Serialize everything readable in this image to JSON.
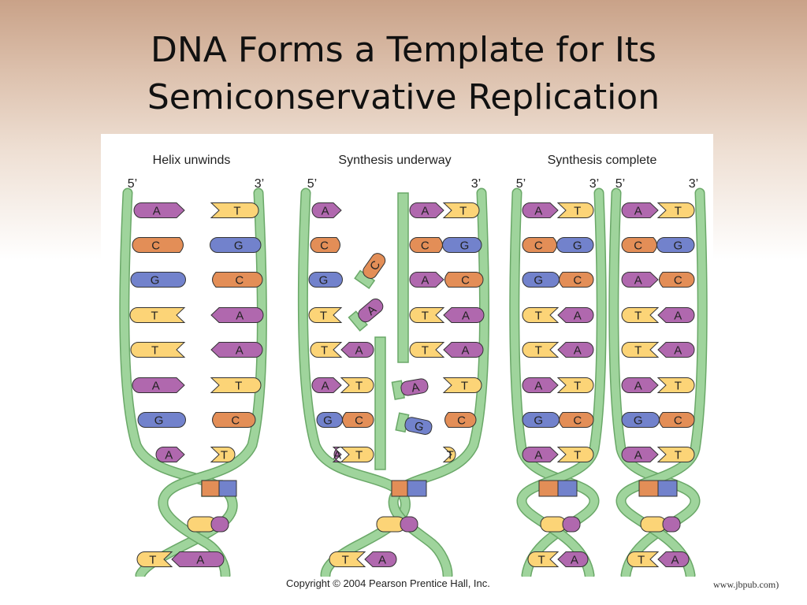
{
  "slide": {
    "title_line1": "DNA Forms a Template for Its",
    "title_line2": "Semiconservative Replication",
    "copyright": "Copyright © 2004 Pearson Prentice Hall, Inc.",
    "credit": "www.jbpub.com)"
  },
  "panels": [
    {
      "label": "Helix unwinds",
      "end_left": "5’",
      "end_right": "3’"
    },
    {
      "label": "Synthesis underway",
      "end_left": "5’",
      "end_right": "3’"
    },
    {
      "label": "Synthesis complete",
      "end_left": "5’",
      "end_right": "3’",
      "end_left2": "5’",
      "end_right2": "3’"
    }
  ],
  "colors": {
    "A": "#b068ae",
    "T": "#fcd477",
    "C": "#e38e57",
    "G": "#7282cc",
    "backbone": "#9fd49c",
    "backbone_edge": "#6aa868"
  },
  "diagram": {
    "helix_unwinds": {
      "left": [
        "A",
        "C",
        "G",
        "T",
        "T",
        "A",
        "G",
        "A"
      ],
      "right": [
        "T",
        "G",
        "C",
        "A",
        "A",
        "T",
        "C",
        "T"
      ],
      "twist": [
        "",
        "A"
      ]
    },
    "synthesis_underway": {
      "template_left": [
        "A",
        "C",
        "G",
        "T",
        "T",
        "A",
        "G",
        "A"
      ],
      "new_left": [
        "",
        "",
        "",
        "",
        "A",
        "T",
        "C",
        "T"
      ],
      "template_right": [
        "T",
        "G",
        "C",
        "A",
        "A",
        "T",
        "C",
        "T"
      ],
      "new_right": [
        "A",
        "C",
        "A",
        "T",
        "T",
        "",
        "",
        ""
      ],
      "free_nucleotides": [
        "C",
        "A",
        "A",
        "G"
      ],
      "twist": [
        "A"
      ]
    },
    "synthesis_complete": {
      "helix_left": {
        "left": [
          "A",
          "C",
          "G",
          "T",
          "T",
          "A",
          "G",
          "A"
        ],
        "right": [
          "T",
          "G",
          "C",
          "A",
          "A",
          "T",
          "C",
          "T"
        ]
      },
      "helix_right": {
        "left": [
          "A",
          "C",
          "A",
          "T",
          "T",
          "A",
          "G",
          "A"
        ],
        "right": [
          "T",
          "G",
          "C",
          "A",
          "A",
          "T",
          "C",
          "T"
        ]
      },
      "twist_left": [
        "A"
      ],
      "twist_right": [
        "A"
      ]
    }
  }
}
